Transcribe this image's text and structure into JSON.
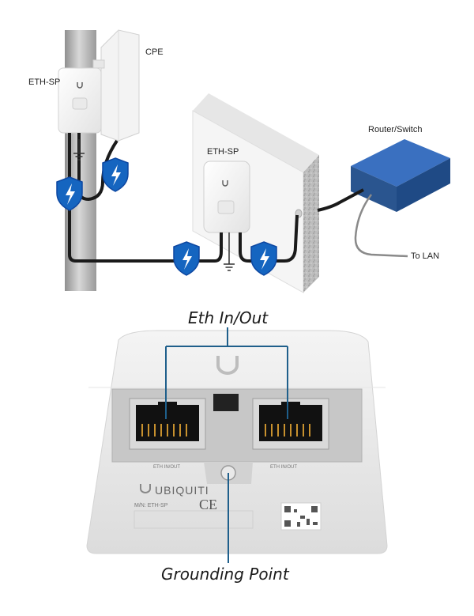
{
  "top_diagram": {
    "label_cpe": "CPE",
    "label_eth_sp_pole": "ETH-SP",
    "label_eth_sp_wall": "ETH-SP",
    "label_router": "Router/Switch",
    "label_lan": "To LAN",
    "icons": [
      "surge-shield-icon",
      "ground-icon",
      "ubiquiti-logo-icon"
    ]
  },
  "product_photo": {
    "callout_top": "Eth In/Out",
    "callout_bottom": "Grounding Point",
    "port_left_label": "ETH IN/OUT",
    "port_right_label": "ETH IN/OUT",
    "brand": "UBIQUITI",
    "model": "M/N: ETH-SP",
    "cert": "CE"
  },
  "colors": {
    "shield_blue": "#1565c0",
    "callout_line": "#1f5f8b",
    "switch_blue": "#2d5fa8",
    "cable": "#1a1a1a"
  }
}
